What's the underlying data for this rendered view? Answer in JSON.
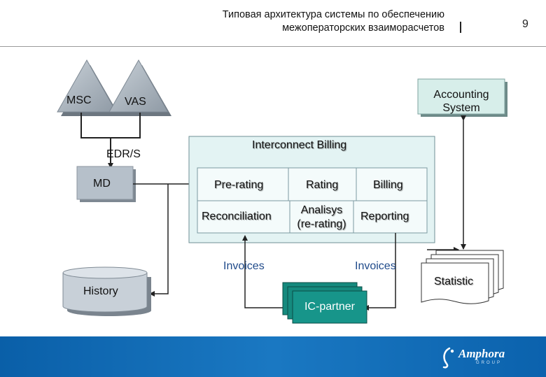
{
  "header": {
    "title_line1": "Типовая архитектура системы по обеспечению",
    "title_line2": "межоператорских взаиморасчетов",
    "page_number": "9"
  },
  "diagram": {
    "msc": "MSC",
    "vas": "VAS",
    "edr": "EDR/S",
    "md": "MD",
    "accounting_line1": "Accounting",
    "accounting_line2": "System",
    "ib_title": "Interconnect Billing",
    "prerating": "Pre-rating",
    "rating": "Rating",
    "billing": "Billing",
    "reconciliation": "Reconciliation",
    "analysis_line1": "Analisys",
    "analysis_line2": "(re-rating)",
    "reporting": "Reporting",
    "invoices_left": "Invoices",
    "invoices_right": "Invoices",
    "history": "History",
    "statistic": "Statistic",
    "icpartner": "IC-partner"
  },
  "footer": {
    "logo_text": "Amphora",
    "logo_sub": "GROUP"
  },
  "colors": {
    "triangle": "#a9b3bd",
    "md_box": "#b6c0ca",
    "accounting_box": "#d7eeea",
    "ib_box": "#e3f3f3",
    "ic_partner": "#158a7e",
    "history_fill": "#cad2da",
    "footer_blue": "#1268b3"
  }
}
